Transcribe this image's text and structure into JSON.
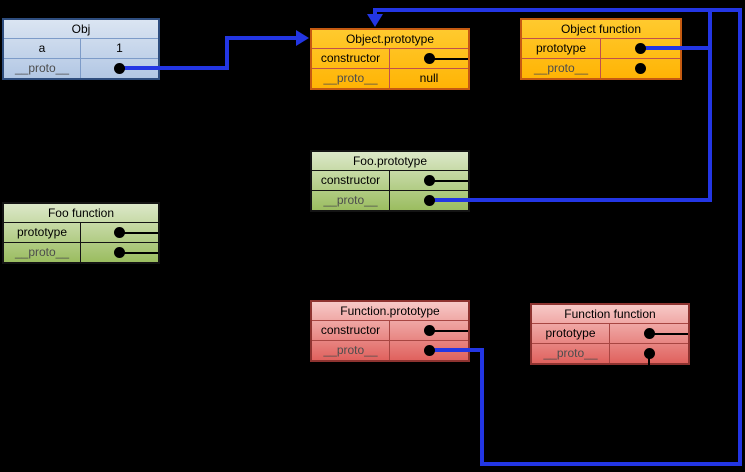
{
  "canvas": {
    "background": "#000000"
  },
  "palette": {
    "arrow_blue": "#2336e4",
    "dot_black": "#000000",
    "blue_box": {
      "fill_top": "#dbe5f2",
      "fill_bottom": "#b2c7e4",
      "border": "#2e4d7e",
      "divider": "#7d9bc8"
    },
    "orange_box": {
      "fill_top": "#ffca2e",
      "fill_bottom": "#ffb405",
      "border": "#c55a11",
      "divider": "#c0504d"
    },
    "green_box": {
      "fill_top": "#dce8c9",
      "fill_bottom": "#9bbd60",
      "border": "#141414",
      "divider": "#141414"
    },
    "red_box": {
      "fill_top": "#f7c9c7",
      "fill_bottom": "#e0625e",
      "border": "#8e3330",
      "divider": "#a84642"
    }
  },
  "boxes": {
    "obj": {
      "title": "Obj",
      "rows": [
        {
          "label": "a",
          "value": "1"
        },
        {
          "label": "__proto__",
          "value": "pointer-dot"
        }
      ]
    },
    "object_prototype": {
      "title": "Object.prototype",
      "rows": [
        {
          "label": "constructor",
          "value": "pointer-dot"
        },
        {
          "label": "__proto__",
          "value": "null"
        }
      ]
    },
    "object_function": {
      "title": "Object function",
      "rows": [
        {
          "label": "prototype",
          "value": "pointer-dot"
        },
        {
          "label": "__proto__",
          "value": "pointer-dot"
        }
      ]
    },
    "foo_prototype": {
      "title": "Foo.prototype",
      "rows": [
        {
          "label": "constructor",
          "value": "pointer-dot"
        },
        {
          "label": "__proto__",
          "value": "pointer-dot"
        }
      ]
    },
    "foo_function": {
      "title": "Foo function",
      "rows": [
        {
          "label": "prototype",
          "value": "pointer-dot"
        },
        {
          "label": "__proto__",
          "value": "pointer-dot"
        }
      ]
    },
    "function_prototype": {
      "title": "Function.prototype",
      "rows": [
        {
          "label": "constructor",
          "value": "pointer-dot"
        },
        {
          "label": "__proto__",
          "value": "pointer-dot"
        }
      ]
    },
    "function_function": {
      "title": "Function function",
      "rows": [
        {
          "label": "prototype",
          "value": "pointer-dot"
        },
        {
          "label": "__proto__",
          "value": "pointer-dot"
        }
      ]
    }
  },
  "arrows": [
    {
      "from": "Obj.__proto__",
      "to": "Object.prototype"
    },
    {
      "from": "Object function.prototype",
      "to": "Object.prototype"
    },
    {
      "from": "Foo.prototype.__proto__",
      "to": "Object.prototype"
    },
    {
      "from": "Function.prototype.__proto__",
      "to": "Object.prototype"
    }
  ]
}
